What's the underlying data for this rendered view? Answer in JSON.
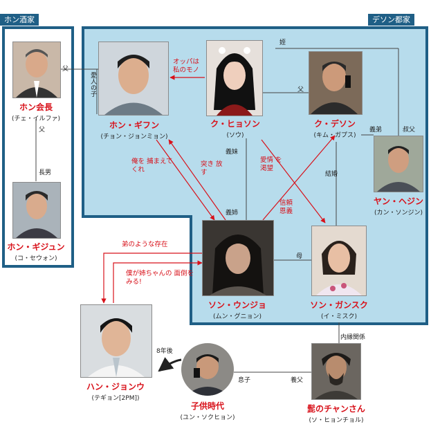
{
  "groups": {
    "hong": "ホン酒家",
    "deson": "デソン都家"
  },
  "people": {
    "hong_chairman": {
      "name": "ホン会長",
      "actor": "(チェ・イルファ)"
    },
    "hong_gijun": {
      "name": "ホン・ギジュン",
      "actor": "(コ・セウォン)"
    },
    "hong_gifun": {
      "name": "ホン・ギフン",
      "actor": "(チョン・ジョンミョン)"
    },
    "ku_hyoson": {
      "name": "ク・ヒョソン",
      "actor": "(ソウ)"
    },
    "ku_deson": {
      "name": "ク・デソン",
      "actor": "(キム・ガプス)"
    },
    "yan_hejin": {
      "name": "ヤン・ヘジン",
      "actor": "(カン・ソンジン)"
    },
    "son_unjo": {
      "name": "ソン・ウンジョ",
      "actor": "(ムン・グニョン)"
    },
    "son_gansuku": {
      "name": "ソン・ガンスク",
      "actor": "(イ・ミスク)"
    },
    "han_jongu": {
      "name": "ハン・ジョンウ",
      "actor": "(テギョン[2PM])"
    },
    "child": {
      "name": "子供時代",
      "actor": "(ユン・ソクヒョン)"
    },
    "chansan": {
      "name": "髭のチャンさん",
      "actor": "(ソ・ヒョンチョル)"
    }
  },
  "relations": {
    "father_1": "父",
    "father_2": "父",
    "eldest_son": "長男",
    "lovers_child": "愛人の子",
    "niece": "姪",
    "father_3": "父",
    "younger_bro_in_law": "義弟",
    "uncle": "叔父",
    "sister_in_law_younger": "義妹",
    "sister_in_law_elder": "義姉",
    "marriage": "結婚",
    "mother": "母",
    "common_law": "内縁関係",
    "son": "息子",
    "foster_father": "養父",
    "years_later": "8年後"
  },
  "emotions": {
    "oppa": "オッパは 私のモノ",
    "catch_me": "俺を 捕まえてくれ",
    "push_away": "突き 放す",
    "crave_love": "愛情 を渇望",
    "trust": "信頼 恩義",
    "like_brother": "弟のような存在",
    "look_after": "僕が姉ちゃんの 面倒をみる!"
  },
  "colors": {
    "accent_red": "#d8111a",
    "frame_blue": "#1f5f86",
    "family_fill": "#b7dcec"
  },
  "icons": [
    "arrow-icon"
  ]
}
